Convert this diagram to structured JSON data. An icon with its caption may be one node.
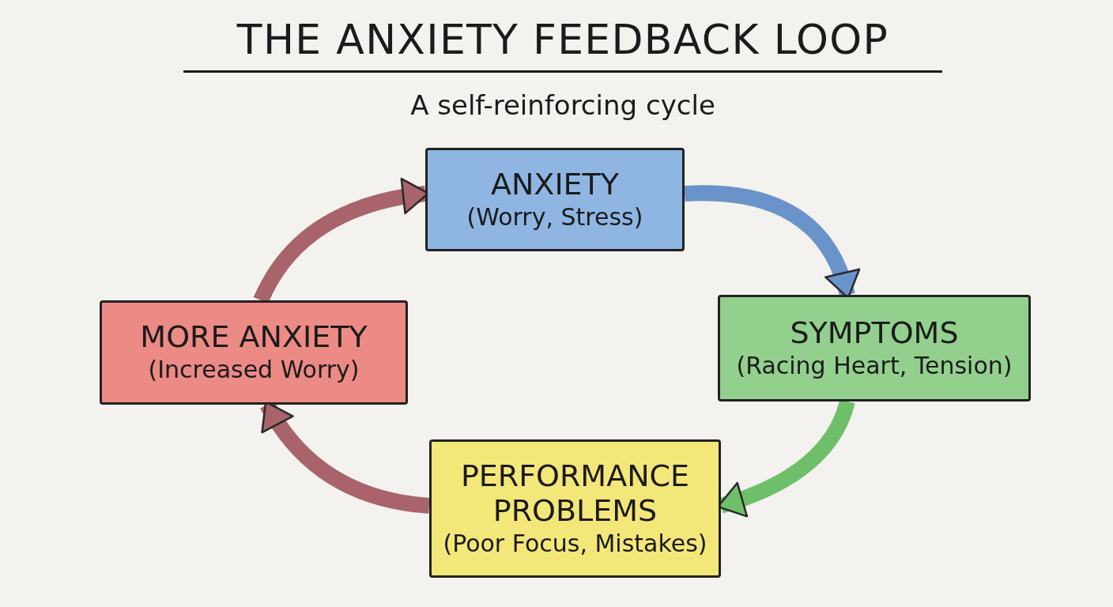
{
  "diagram": {
    "title": "THE ANXIETY FEEDBACK LOOP",
    "caption": "A self-reinforcing cycle",
    "nodes": [
      {
        "text": [
          "ANXIETY",
          "(Worry, Stress)"
        ]
      },
      {
        "text": [
          "SYMPTOMS",
          "(Racing Heart, Tension)"
        ]
      },
      {
        "text": [
          "PERFORMANCE PROBLEMS",
          "(Poor Focus, Mistakes)"
        ]
      },
      {
        "text": [
          "MORE ANXIETY",
          "(Increased Worry)"
        ]
      }
    ],
    "edges": [
      {
        "from": 0,
        "to": 1,
        "arrow": "to",
        "color": "#6a93c9"
      },
      {
        "from": 1,
        "to": 2,
        "arrow": "to",
        "color": "#6fbf6a"
      },
      {
        "from": 2,
        "to": 3,
        "arrow": "to",
        "color": "#a8646a"
      },
      {
        "from": 3,
        "to": 0,
        "arrow": "to",
        "color": "#a8646a"
      }
    ]
  }
}
